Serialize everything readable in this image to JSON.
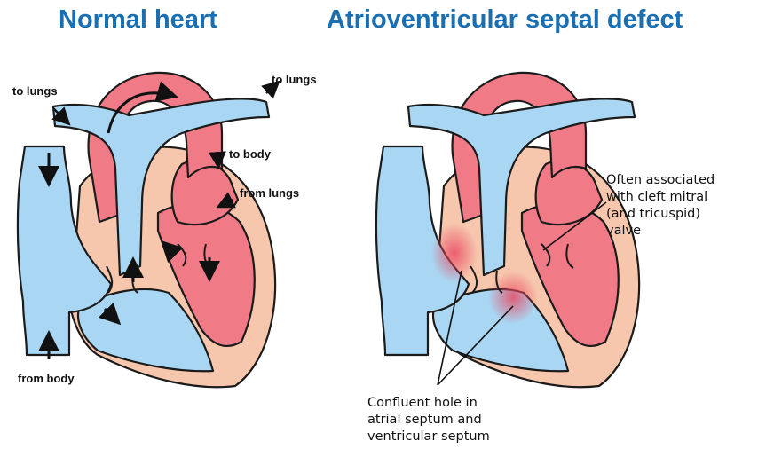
{
  "titles": {
    "left": "Normal heart",
    "right": "Atrioventricular septal defect"
  },
  "normal_heart_labels": {
    "to_lungs_left": "to lungs",
    "to_lungs_right": "to lungs",
    "to_body": "to body",
    "from_lungs": "from lungs",
    "from_body": "from body"
  },
  "avsd_annotations": {
    "cleft_valve": [
      "Often associated",
      "with cleft mitral",
      "(and tricuspid)",
      "valve"
    ],
    "confluent_hole": [
      "Confluent hole in",
      "atrial septum and",
      "ventricular septum"
    ]
  },
  "colors": {
    "title": "#1a6fb3",
    "oxygenated_blood": "#f07a86",
    "deoxygenated_blood": "#a9d6f2",
    "heart_wall": "#f6c7ad",
    "outline": "#1b1b1b"
  }
}
